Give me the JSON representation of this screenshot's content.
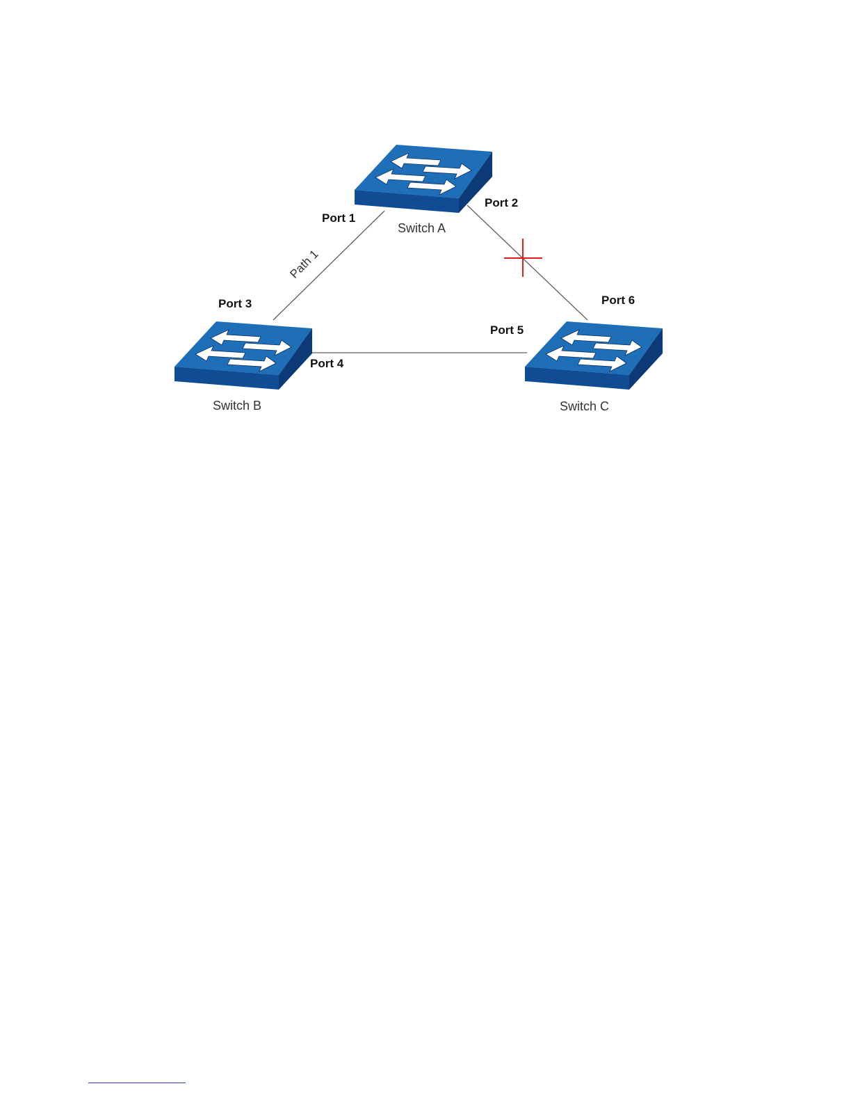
{
  "diagram": {
    "switches": [
      {
        "id": "a",
        "label": "Switch A"
      },
      {
        "id": "b",
        "label": "Switch B"
      },
      {
        "id": "c",
        "label": "Switch C"
      }
    ],
    "ports": {
      "p1": "Port 1",
      "p2": "Port 2",
      "p3": "Port 3",
      "p4": "Port 4",
      "p5": "Port 5",
      "p6": "Port 6"
    },
    "path_label": "Path 1",
    "colors": {
      "switch_top": "#1e6fb8",
      "switch_front": "#0f4c94",
      "switch_side": "#0b3a76",
      "arrow": "#ffffff",
      "link": "#5f5f5f",
      "blocked_marker": "#e31b1b"
    },
    "blocked_link": "Switch A - Switch C"
  }
}
